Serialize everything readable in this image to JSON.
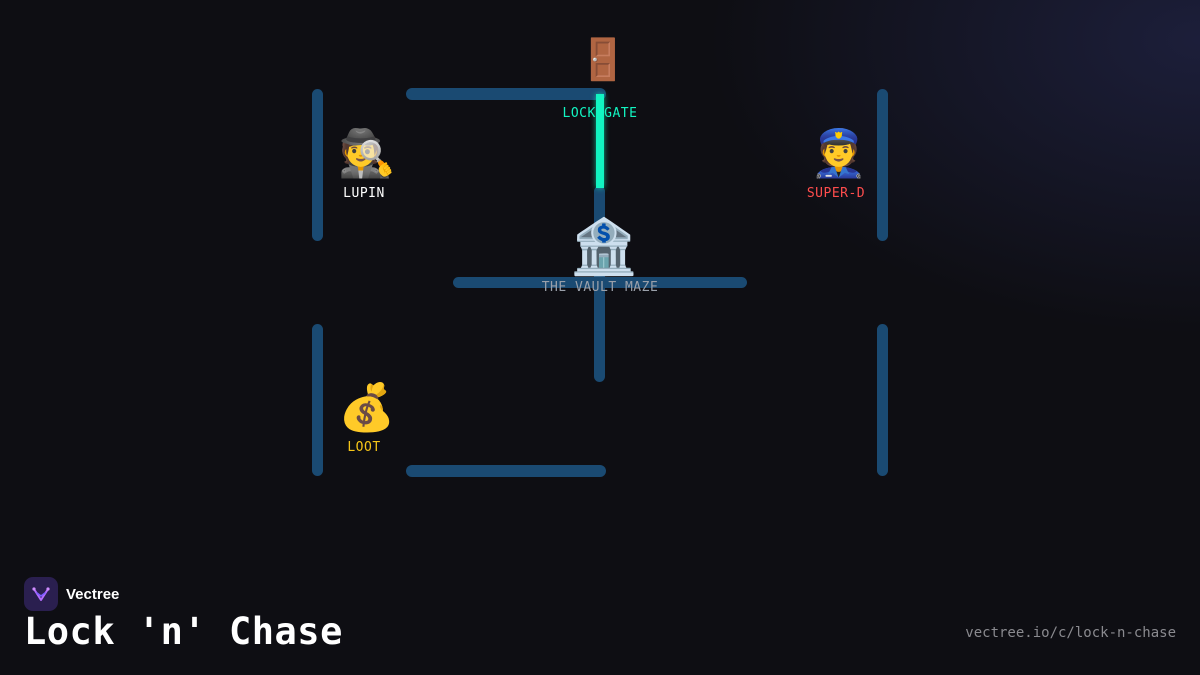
{
  "colors": {
    "wall": "#1a4a72",
    "laser": "#12f5c2",
    "lupin": "#ffffff",
    "superd": "#ff4d4d",
    "loot": "#f5c518",
    "gate": "#12f5c2",
    "vault": "#9aa0aa",
    "url": "#8a8a8f"
  },
  "board": {
    "gate": {
      "icon": "door-icon",
      "glyph": "🚪",
      "label": "LOCK GATE"
    },
    "lupin": {
      "icon": "detective-icon",
      "glyph": "🕵️",
      "label": "LUPIN"
    },
    "superd": {
      "icon": "police-officer-icon",
      "glyph": "👮",
      "label": "SUPER-D"
    },
    "vault": {
      "icon": "bank-icon",
      "glyph": "🏦",
      "label": "THE VAULT MAZE"
    },
    "loot": {
      "icon": "money-bag-icon",
      "glyph": "💰",
      "label": "LOOT"
    }
  },
  "footer": {
    "brand": "Vectree",
    "title": "Lock 'n' Chase",
    "url": "vectree.io/c/lock-n-chase"
  }
}
